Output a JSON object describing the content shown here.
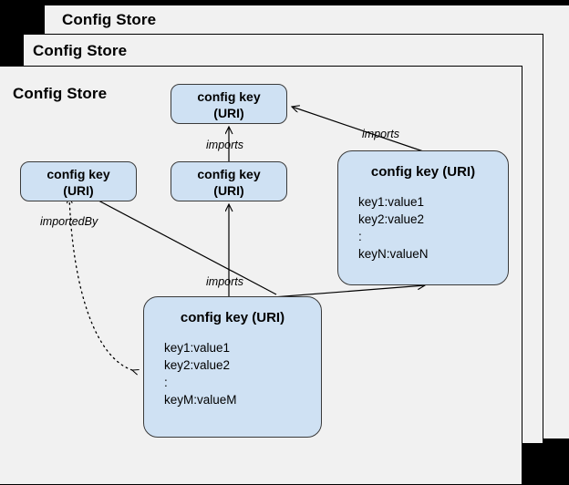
{
  "diagram": {
    "type": "config-store-nested-diagram",
    "background_color": "#000000",
    "panel_fill": "#f1f1f1",
    "node_fill": "#cfe1f3",
    "node_stroke": "#3a3a3a",
    "panels": [
      {
        "id": "outer",
        "title": "Config Store"
      },
      {
        "id": "middle",
        "title": "Config Store"
      },
      {
        "id": "inner",
        "title": "Config Store"
      }
    ],
    "nodes": {
      "top": {
        "title": "config key\n(URI)"
      },
      "left": {
        "title": "config key\n(URI)"
      },
      "mid": {
        "title": "config key\n(URI)"
      },
      "right": {
        "title": "config key (URI)",
        "entries": [
          "key1:value1",
          "key2:value2",
          ":",
          "keyN:valueN"
        ]
      },
      "bottom": {
        "title": "config key (URI)",
        "entries": [
          "key1:value1",
          "key2:value2",
          ":",
          "keyM:valueM"
        ]
      }
    },
    "edges": [
      {
        "id": "mid-to-top",
        "label": "imports",
        "style": "solid",
        "from": "mid",
        "to": "top"
      },
      {
        "id": "bottom-to-mid",
        "label": "imports",
        "style": "solid",
        "from": "bottom",
        "to": "mid"
      },
      {
        "id": "right-to-top",
        "label": "imports",
        "style": "solid",
        "from": "right",
        "to": "top"
      },
      {
        "id": "left-importedby",
        "label": "importedBy",
        "style": "dotted",
        "from": "left",
        "to": "bottom"
      },
      {
        "id": "bottom-to-right",
        "label": "",
        "style": "solid",
        "from": "bottom",
        "to": "right"
      },
      {
        "id": "right-to-left",
        "label": "",
        "style": "solid",
        "from": "right",
        "to": "left"
      }
    ]
  }
}
